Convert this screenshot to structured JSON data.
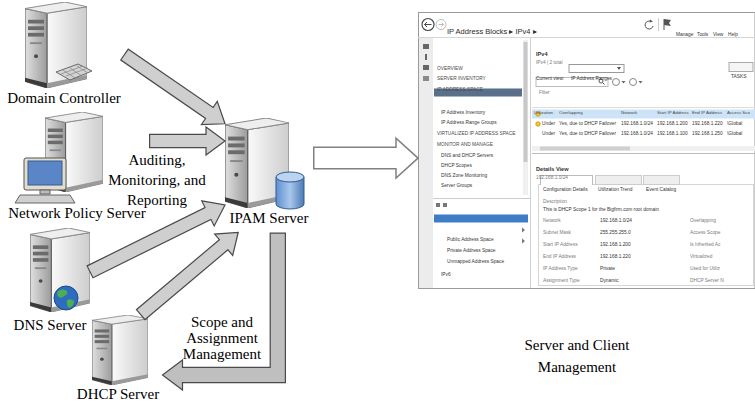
{
  "diagram": {
    "nodes": [
      {
        "text": [
          "Domain Controller"
        ]
      },
      {
        "text": [
          "Network Policy Server"
        ]
      },
      {
        "text": [
          "DNS Server"
        ]
      },
      {
        "text": [
          "DHCP Server"
        ]
      },
      {
        "text": [
          "IPAM Server"
        ]
      },
      {
        "text": [
          "Server and Client Management"
        ]
      }
    ],
    "edges": [
      {
        "from": 0,
        "to": 4,
        "arrow": "to"
      },
      {
        "from": 1,
        "to": 4,
        "arrow": "to"
      },
      {
        "from": 2,
        "to": 4,
        "arrow": "to"
      },
      {
        "from": 3,
        "to": 4,
        "arrow": "to"
      },
      {
        "from": 4,
        "to": 3,
        "label": "Scope and Assignment Management",
        "arrow": "to"
      },
      {
        "from": 4,
        "to": 5,
        "arrow": "to"
      }
    ],
    "labels": [
      "Auditing, Monitoring, and Reporting",
      "IP Address Blocks ▸ IPv4 ▸",
      "Manage",
      "Tools",
      "View",
      "Help",
      "OVERVIEW",
      "SERVER INVENTORY",
      "IP ADDRESS SPACE",
      "IP Address Blocks",
      "IP Address Inventory",
      "IP Address Range Groups",
      "VIRTUALIZED IP ADDRESS SPACE",
      "MONITOR AND MANAGE",
      "DNS and DHCP Servers",
      "DHCP Scopes",
      "DNS Zone Monitoring",
      "Server Groups",
      "IPv4",
      "Public Address Space",
      "Private Address Space",
      "Unmapped Address Space",
      "IPv6",
      "IPv4",
      "IPv4 | 2 total",
      "Current view:",
      "IP Address Ranges",
      "TASKS",
      "Filter",
      "Utilization",
      "Overlapping",
      "Network",
      "Start IP Address",
      "End IP Address",
      "Access Sco",
      "Under",
      "Yes, due to DHCP Failover",
      "192.168.1.0/24",
      "192.168.1.200",
      "192.168.1.220",
      "\\Global",
      "Under",
      "Yes, due to DHCP Failover",
      "192.168.1.0/24",
      "192.168.1.100",
      "192.168.1.250",
      "\\Global",
      "Details View",
      "192.168.1.0/24",
      "Configuration Details",
      "Utilization Trend",
      "Event Catalog",
      "Description",
      "This is DHCP Scope 1 for the Bigfirm.com root domain",
      "Network",
      "192.168.1.0/24",
      "Overlapping",
      "Subnet Mask",
      "255.255.255.0",
      "Access Scope",
      "Start IP Address",
      "192.168.1.200",
      "Is Inherited Ac",
      "End IP Address",
      "192.168.1.220",
      "Virtualized",
      "IP Address Type",
      "Private",
      "Used for Utiliz",
      "Assignment Type",
      "Dynamic",
      "DHCP Server N"
    ]
  }
}
